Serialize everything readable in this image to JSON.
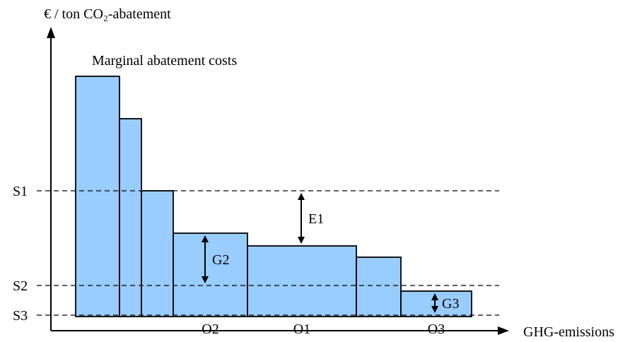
{
  "diagram": {
    "y_axis_label": "€ / ton CO₂-abatement",
    "x_axis_label": "GHG-emissions",
    "curve_label": "Marginal abatement costs",
    "bar_fill_color": "#99ccff",
    "bar_stroke_color": "#000000",
    "bar_heights": [
      340,
      280,
      178,
      118,
      100,
      84,
      36
    ],
    "bar_widths": [
      62,
      31,
      45,
      105,
      154,
      63,
      100
    ],
    "levels": [
      {
        "name": "S1",
        "value": 178
      },
      {
        "name": "S2",
        "value": 44
      },
      {
        "name": "S3",
        "value": 2
      }
    ],
    "segment_labels": [
      {
        "text": "O2",
        "bar_index": 3
      },
      {
        "text": "O1",
        "bar_index": 4
      },
      {
        "text": "O3",
        "bar_index": 6
      }
    ],
    "gaps": [
      {
        "text": "E1",
        "bar_index": 4,
        "level": "S1"
      },
      {
        "text": "G2",
        "bar_index": 3,
        "level": "S2"
      },
      {
        "text": "G3",
        "bar_index": 6,
        "level": "S3"
      }
    ]
  }
}
